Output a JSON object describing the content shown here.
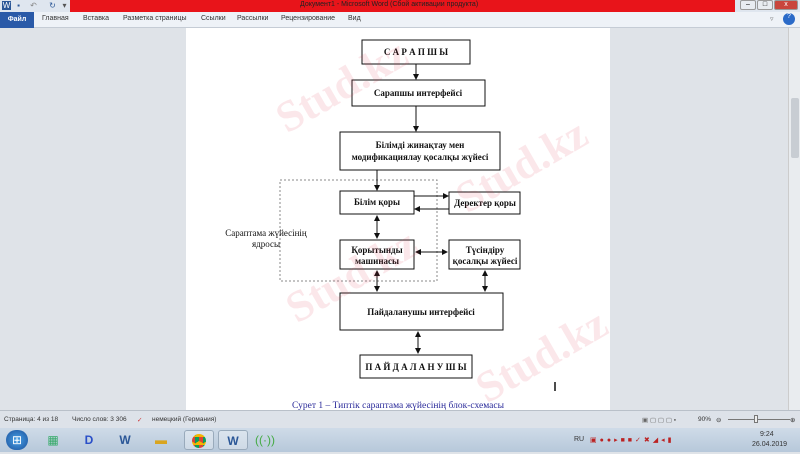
{
  "window": {
    "title": "Документ1 - Microsoft Word (Сбой активации продукта)"
  },
  "ribbon": {
    "tabs": [
      "Файл",
      "Главная",
      "Вставка",
      "Разметка страницы",
      "Ссылки",
      "Рассылки",
      "Рецензирование",
      "Вид"
    ]
  },
  "diagram": {
    "expert": "С А Р А П Ш Ы",
    "expert_interface": "Сарапшы интерфейсі",
    "knowledge_acq_1": "Білімді жинақтау мен",
    "knowledge_acq_2": "модификациялау қосалқы жүйесі",
    "knowledge_base": "Білім қоры",
    "data_base": "Деректер қоры",
    "inference_1": "Қорытынды",
    "inference_2": "машинасы",
    "explain_1": "Түсіндіру",
    "explain_2": "қосалқы жүйесі",
    "core_1": "Сараптама жүйесінің",
    "core_2": "ядросы",
    "user_interface": "Пайдаланушы интерфейсі",
    "user": "П А Й Д А Л А Н У Ш Ы",
    "caption": "Сурет 1 – Типтік сараптама жүйесінің блок-схемасы"
  },
  "watermark": "Stud.kz",
  "status": {
    "page": "Страница: 4 из 18",
    "words": "Число слов: 3 306",
    "language": "немецкий (Германия)",
    "zoom": "90%"
  },
  "tray": {
    "lang": "RU",
    "time": "9:24",
    "date": "26.04.2019"
  }
}
